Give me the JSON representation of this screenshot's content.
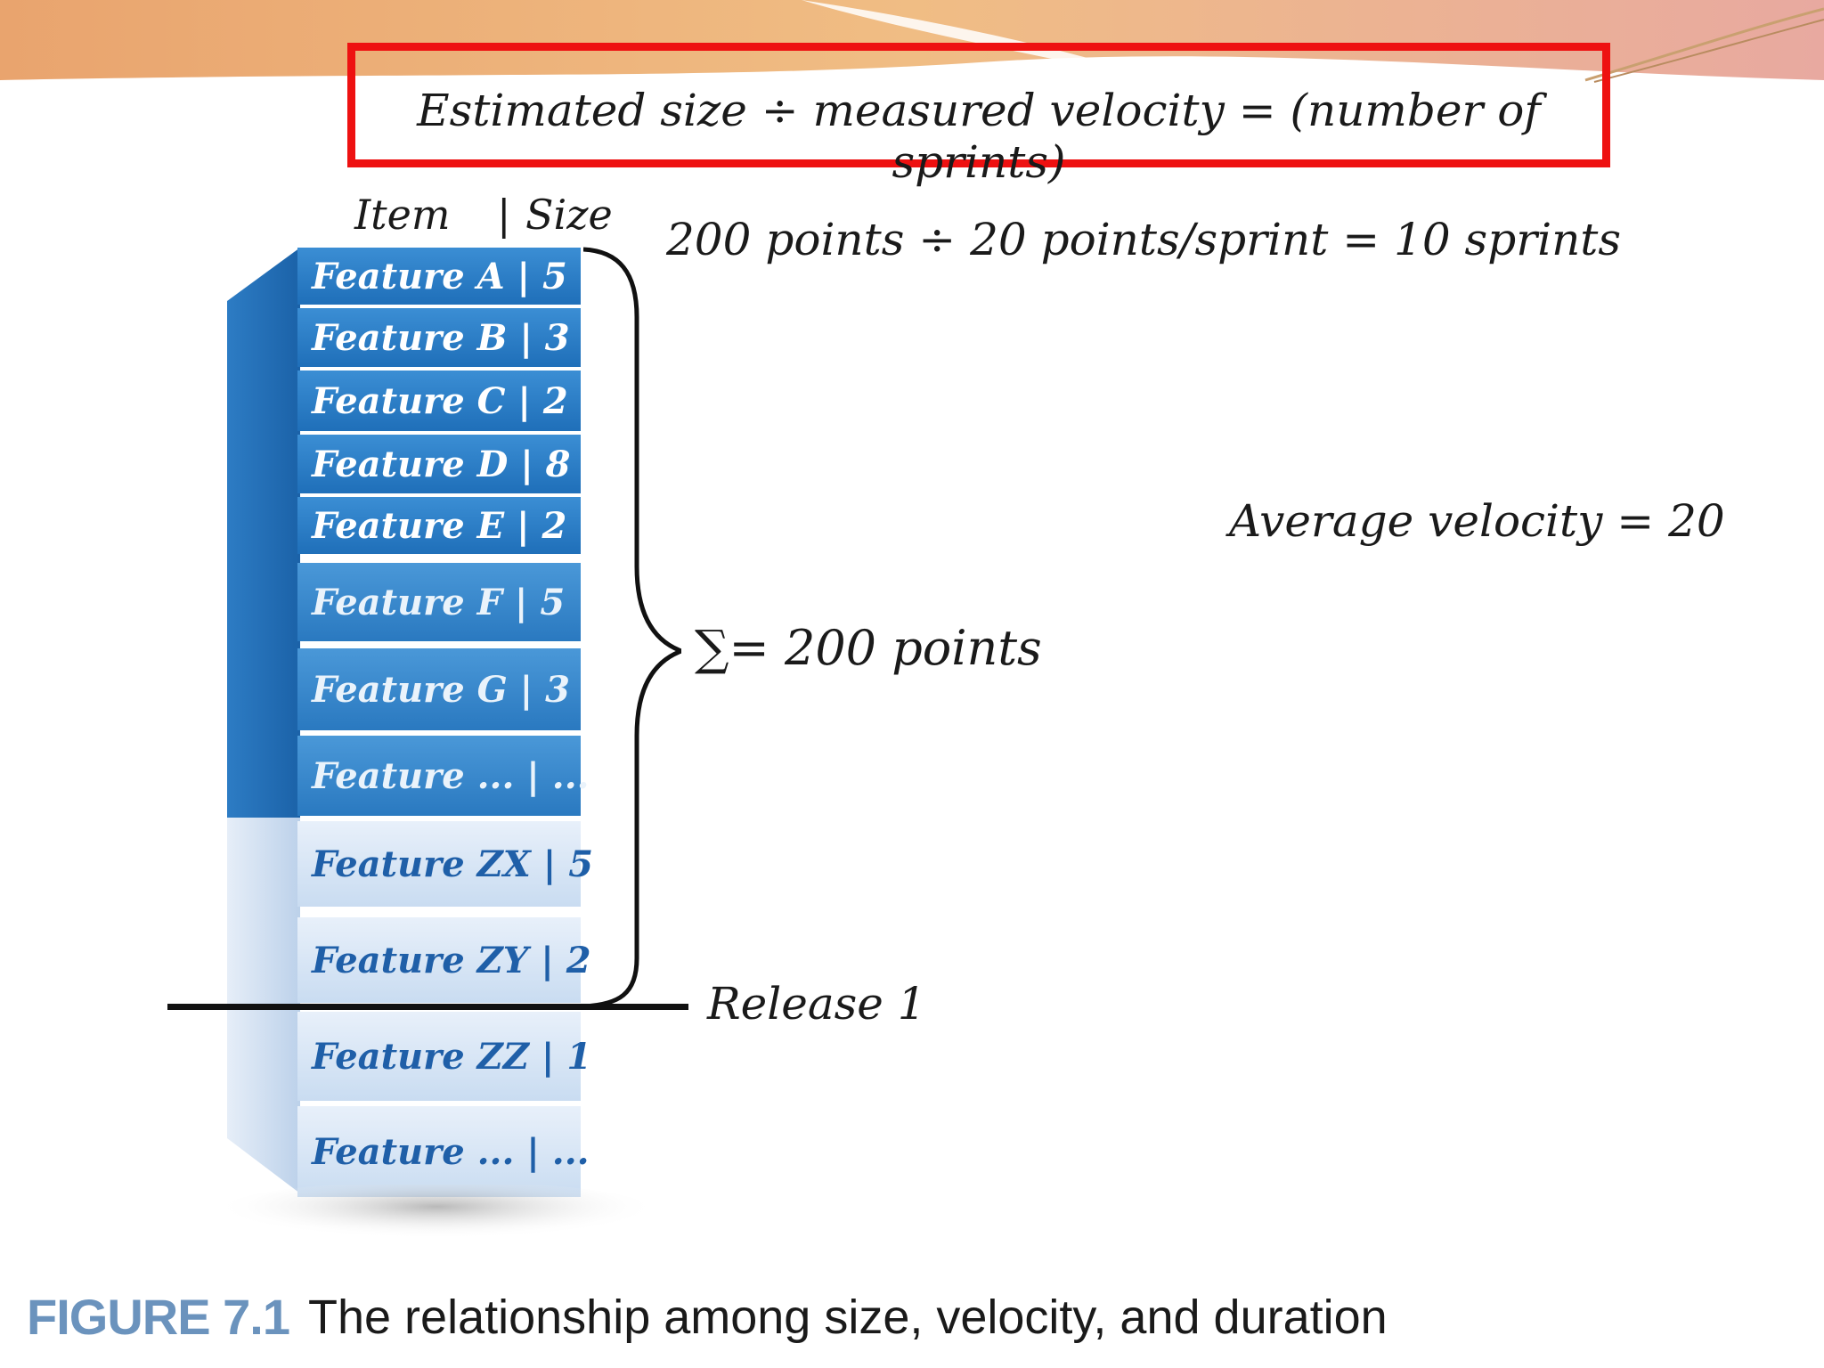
{
  "formula": "Estimated size ÷ measured velocity = (number of sprints)",
  "columns": {
    "item": "Item",
    "separator": "|",
    "size": "Size"
  },
  "calculation": "200 points ÷ 20 points/sprint = 10 sprints",
  "velocity_note": "Average velocity = 20",
  "sum_label": "∑= 200 points",
  "release_label": "Release 1",
  "features": [
    {
      "label": "Feature A | 5"
    },
    {
      "label": "Feature B | 3"
    },
    {
      "label": "Feature C | 2"
    },
    {
      "label": "Feature D | 8"
    },
    {
      "label": "Feature E | 2"
    },
    {
      "label": "Feature F | 5"
    },
    {
      "label": "Feature G | 3"
    },
    {
      "label": "Feature ... | ..."
    },
    {
      "label": "Feature ZX | 5"
    },
    {
      "label": "Feature ZY | 2"
    },
    {
      "label": "Feature ZZ | 1"
    },
    {
      "label": "Feature ... | ..."
    }
  ],
  "caption": {
    "number": "FIGURE 7.1",
    "text": "The relationship among size, velocity, and duration"
  },
  "colors": {
    "highlight_box": "#ee1111",
    "block_dark": "#2578c2",
    "block_light": "#d6e4f5",
    "caption_number": "#6b93bd"
  }
}
